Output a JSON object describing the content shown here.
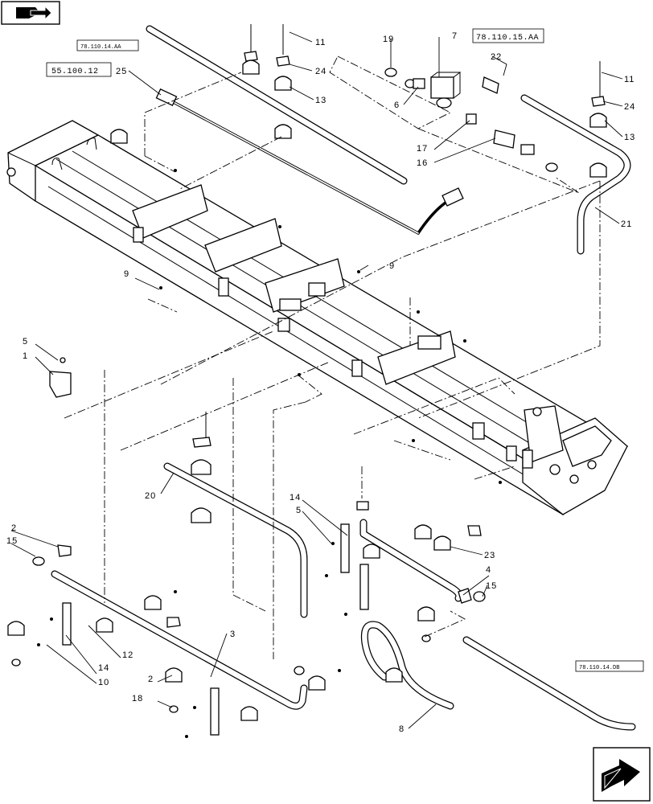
{
  "references": {
    "top_left_small": "78.110.14.AA",
    "top_left_large": "55.100.12",
    "top_right": "78.110.15.AA",
    "bottom_right": "78.110.14.DB"
  },
  "callouts": {
    "c1": "1",
    "c2a": "2",
    "c2b": "2",
    "c3": "3",
    "c4": "4",
    "c5a": "5",
    "c5b": "5",
    "c6": "6",
    "c7": "7",
    "c8": "8",
    "c9a": "9",
    "c9b": "9",
    "c10": "10",
    "c11a": "11",
    "c11b": "11",
    "c12": "12",
    "c13a": "13",
    "c13b": "13",
    "c14a": "14",
    "c14b": "14",
    "c15a": "15",
    "c15b": "15",
    "c16": "16",
    "c17": "17",
    "c18": "18",
    "c19": "19",
    "c20": "20",
    "c21": "21",
    "c22": "22",
    "c23": "23",
    "c24a": "24",
    "c24b": "24",
    "c25": "25"
  },
  "nav": {
    "top_icon": "book-icon",
    "bottom_icon": "next-page-arrow-icon"
  }
}
